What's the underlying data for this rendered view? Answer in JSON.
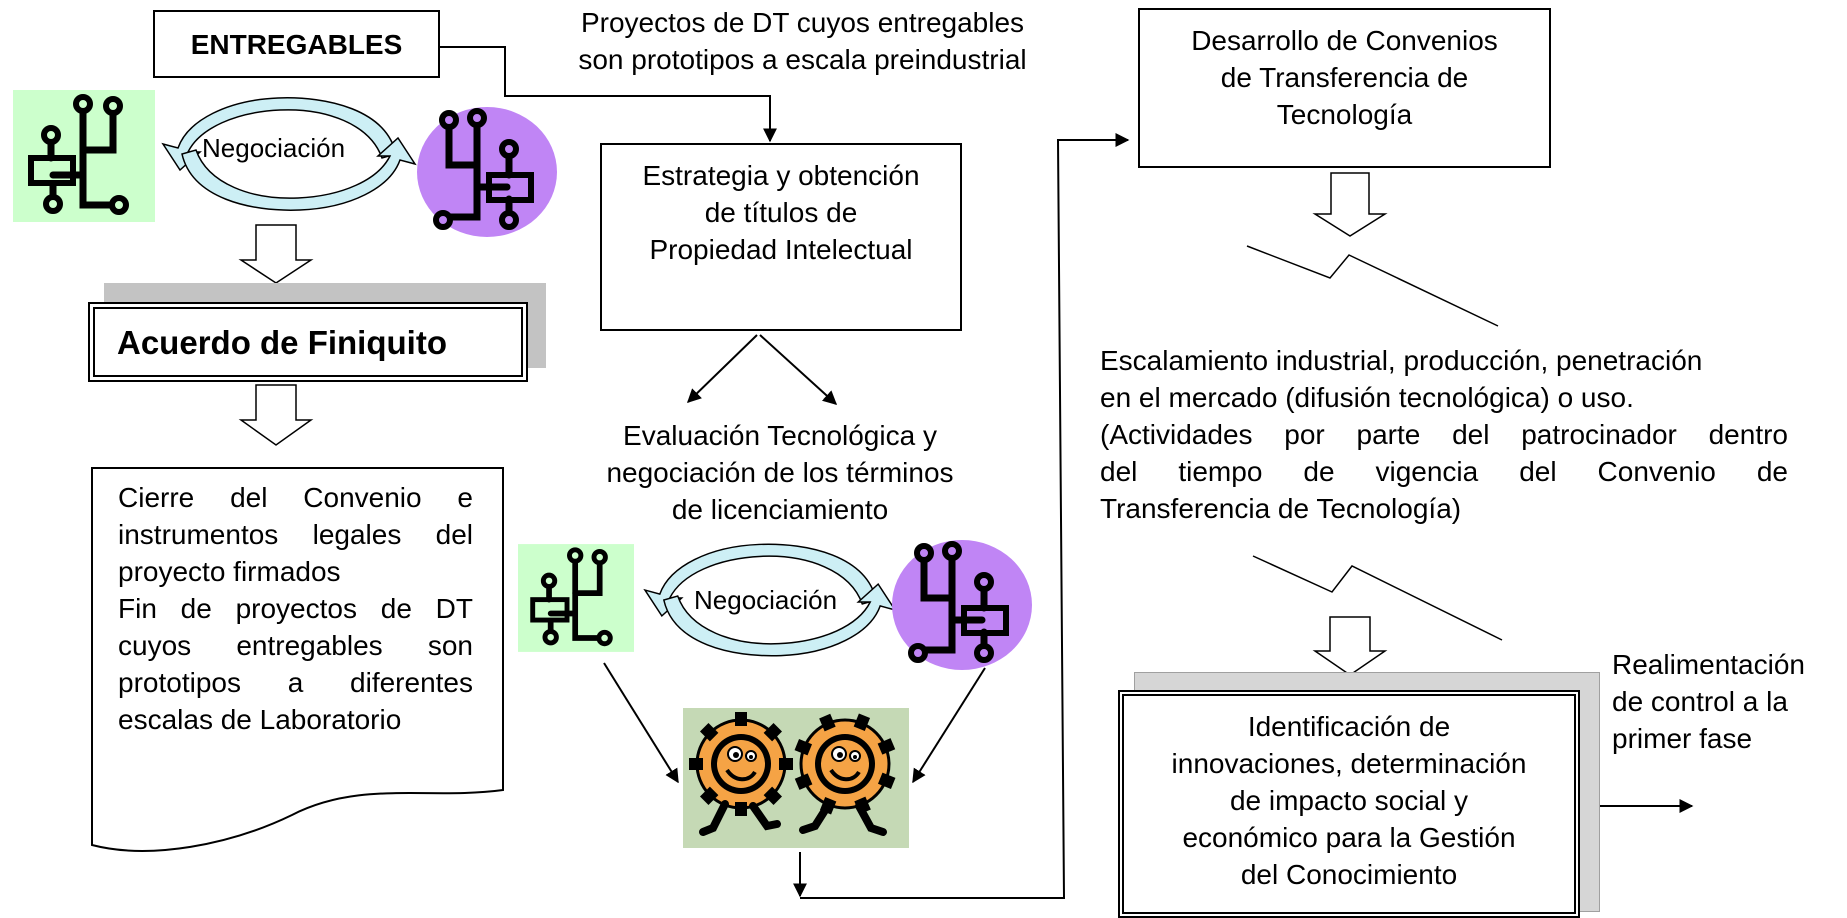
{
  "deliverables_label": "ENTREGABLES",
  "preindustrial_projects": [
    "Proyectos de DT cuyos entregables",
    "son prototipos a escala preindustrial"
  ],
  "negotiation_label_top": "Negociación",
  "negotiation_label_middle": "Negociación",
  "settlement_agreement": "Acuerdo de Finiquito",
  "agreement_closure": [
    "Cierre del Convenio e",
    "instrumentos legales del",
    "proyecto firmados",
    "Fin de proyectos de DT",
    "cuyos entregables son",
    "prototipos a diferentes",
    "escalas de Laboratorio"
  ],
  "ip_strategy": [
    "Estrategia y obtención",
    "de títulos de",
    "Propiedad Intelectual"
  ],
  "tech_evaluation": [
    "Evaluación Tecnológica y",
    "negociación de los términos",
    "de licenciamiento"
  ],
  "transfer_agreements": [
    "Desarrollo de Convenios",
    "de Transferencia de",
    "Tecnología"
  ],
  "industrial_scaling": [
    "Escalamiento industrial, producción, penetración",
    "en el mercado (difusión tecnológica) o uso.",
    "(Actividades  por parte del patrocinador dentro",
    "del tiempo de vigencia del Convenio de",
    "Transferencia de Tecnología)"
  ],
  "innovation_identification": [
    "Identificación de",
    "innovaciones,  determinación",
    "de impacto social y",
    "económico para la Gestión",
    "del Conocimiento"
  ],
  "feedback": [
    "Realimentación",
    "de control a la",
    "primer fase"
  ],
  "colors": {
    "circuit_tile_green": "#ccffcc",
    "circuit_disc_purple": "#c085f5",
    "gear_orange": "#f5a345",
    "gear_tile_green": "#c5d9b5",
    "negotiation_arrow": "#cdeff5",
    "shadow_gray": "#c3c3c3"
  },
  "icons": [
    "circuit-icon",
    "cycle-arrows-icon",
    "gears-icon",
    "hollow-down-arrow-icon",
    "zigzag-break-icon"
  ]
}
